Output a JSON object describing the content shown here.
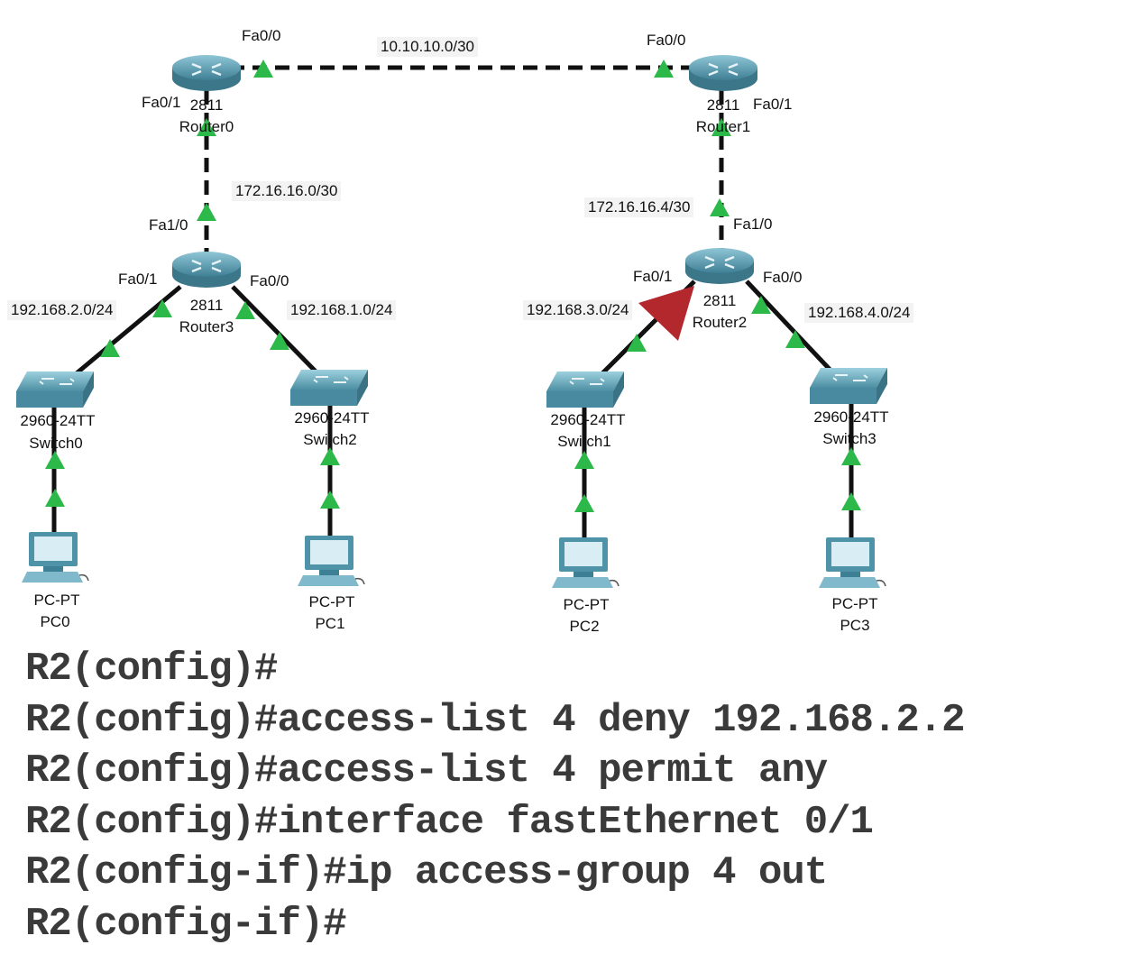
{
  "links": {
    "wan_top": "10.10.10.0/30",
    "left_vertical": "172.16.16.0/30",
    "right_vertical": "172.16.16.4/30",
    "r3_left_lan": "192.168.2.0/24",
    "r3_right_lan": "192.168.1.0/24",
    "r2_left_lan": "192.168.3.0/24",
    "r2_right_lan": "192.168.4.0/24"
  },
  "routers": {
    "router0": {
      "model": "2811",
      "name": "Router0",
      "if_right": "Fa0/0",
      "if_down": "Fa0/1"
    },
    "router1": {
      "model": "2811",
      "name": "Router1",
      "if_left": "Fa0/0",
      "if_down": "Fa0/1"
    },
    "router3": {
      "model": "2811",
      "name": "Router3",
      "if_up": "Fa1/0",
      "if_left": "Fa0/1",
      "if_right": "Fa0/0"
    },
    "router2": {
      "model": "2811",
      "name": "Router2",
      "if_up": "Fa1/0",
      "if_left": "Fa0/1",
      "if_right": "Fa0/0"
    }
  },
  "switches": [
    {
      "model": "2960-24TT",
      "name": "Switch0"
    },
    {
      "model": "2960-24TT",
      "name": "Switch2"
    },
    {
      "model": "2960-24TT",
      "name": "Switch1"
    },
    {
      "model": "2960-24TT",
      "name": "Switch3"
    }
  ],
  "pcs": [
    {
      "model": "PC-PT",
      "name": "PC0"
    },
    {
      "model": "PC-PT",
      "name": "PC1"
    },
    {
      "model": "PC-PT",
      "name": "PC2"
    },
    {
      "model": "PC-PT",
      "name": "PC3"
    }
  ],
  "colors": {
    "link_indicator": "#2db84a",
    "acl_marker": "#b3282d",
    "device_body": "#4f93a8"
  },
  "cli": [
    "R2(config)#",
    "R2(config)#access-list 4 deny 192.168.2.2",
    "R2(config)#access-list 4 permit any",
    "R2(config)#interface fastEthernet 0/1",
    "R2(config-if)#ip access-group 4 out",
    "R2(config-if)#"
  ]
}
